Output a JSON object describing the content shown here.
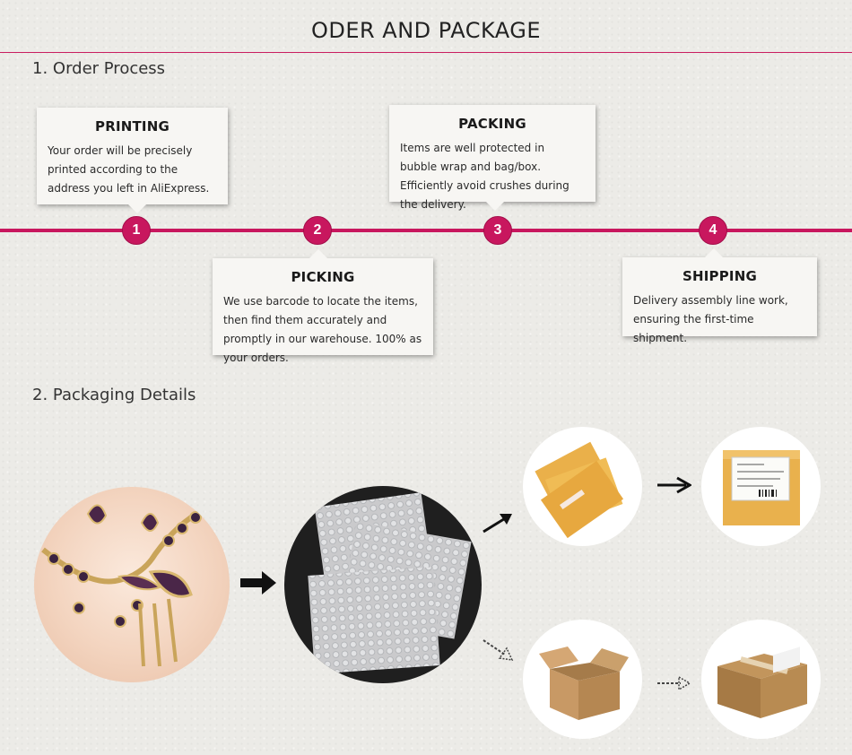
{
  "header": {
    "title": "ODER AND PACKAGE"
  },
  "sections": {
    "order_process": "1. Order Process",
    "packaging_details": "2. Packaging Details"
  },
  "steps": [
    {
      "number": "1",
      "title": "PRINTING",
      "text": "Your order will be precisely printed according to the address you left in AliExpress."
    },
    {
      "number": "2",
      "title": "PICKING",
      "text": "We use barcode to locate the items, then find them accurately and promptly in our warehouse. 100% as your orders."
    },
    {
      "number": "3",
      "title": "PACKING",
      "text": "Items are well protected in bubble wrap and bag/box. Efficiently avoid crushes during the delivery."
    },
    {
      "number": "4",
      "title": "SHIPPING",
      "text": "Delivery assembly line work, ensuring the first-time shipment."
    }
  ],
  "images": [
    {
      "name": "necklace-jewelry"
    },
    {
      "name": "bubble-wrap-bags"
    },
    {
      "name": "padded-envelopes"
    },
    {
      "name": "sealed-envelope-with-label"
    },
    {
      "name": "open-carton-box"
    },
    {
      "name": "sealed-carton-box"
    }
  ],
  "colors": {
    "accent": "#c8175e",
    "background": "#ecebe7"
  }
}
